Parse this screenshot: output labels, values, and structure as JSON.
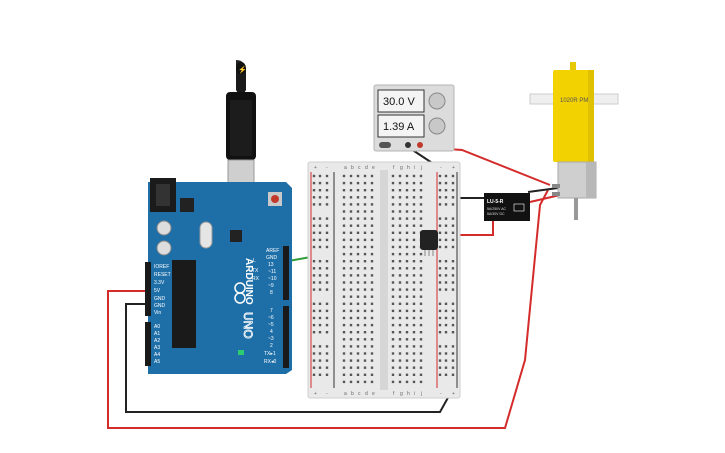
{
  "power_supply": {
    "voltage": "30.0 V",
    "current": "1.39 A"
  },
  "arduino": {
    "brand": "ARDUINO",
    "model": "UNO",
    "power_pins": [
      "IOREF",
      "RESET",
      "3.3V",
      "5V",
      "GND",
      "GND",
      "Vin"
    ],
    "analog_pins": [
      "A0",
      "A1",
      "A2",
      "A3",
      "A4",
      "A5"
    ],
    "digital_header_top": [
      "AREF",
      "GND",
      "13",
      "~11",
      "~10",
      "~9",
      "8"
    ],
    "digital_header_bottom": [
      "7",
      "~6",
      "~5",
      "4",
      "~3",
      "2",
      "TX▸1",
      "RX◂0"
    ],
    "side_labels": [
      "L",
      "TX",
      "RX"
    ]
  },
  "breadboard": {
    "columns_left": [
      "a",
      "b",
      "c",
      "d",
      "e"
    ],
    "columns_right": [
      "f",
      "g",
      "h",
      "i",
      "j"
    ],
    "plus": "+",
    "minus": "-"
  },
  "relay": {
    "label": "LU-5-R",
    "spec1": "5A/250V AC",
    "spec2": "5A/30V DC"
  },
  "motor": {
    "label": "1020R PM"
  },
  "colors": {
    "arduino_blue": "#1e6fa8",
    "wire_red": "#d42b2b",
    "wire_black": "#222222",
    "wire_green": "#2f9e3a",
    "motor_yellow": "#f2d200",
    "breadboard": "#e9e9e9"
  }
}
